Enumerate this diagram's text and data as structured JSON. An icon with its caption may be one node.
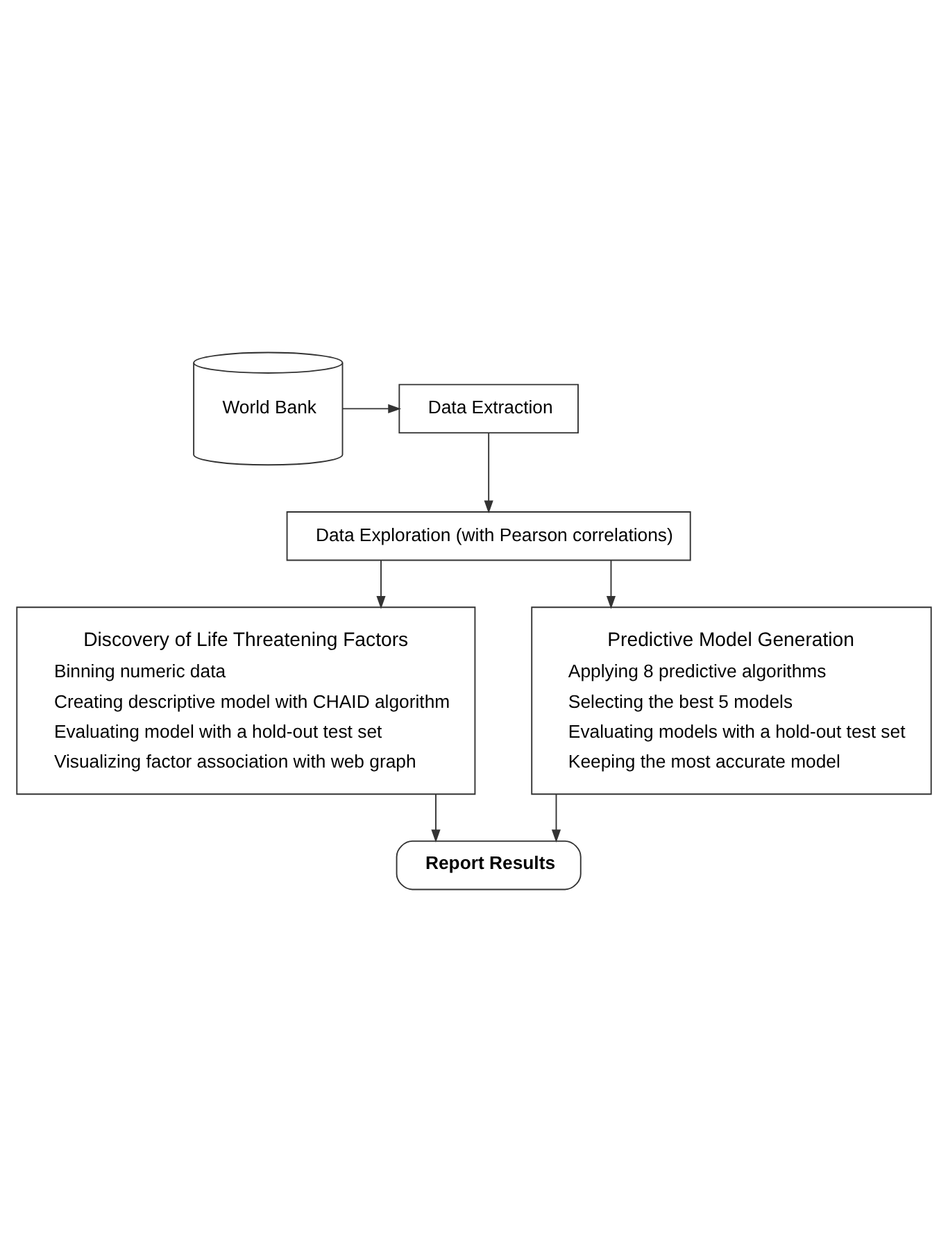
{
  "diagram": {
    "nodes": [
      {
        "text": [
          "World Bank"
        ]
      },
      {
        "text": [
          "Data Extraction"
        ]
      },
      {
        "text": [
          "Data Exploration (with Pearson correlations)"
        ]
      },
      {
        "text": [
          "Discovery of Life Threatening Factors",
          "Binning numeric data",
          "Creating descriptive model with CHAID algorithm",
          "Evaluating model with a hold-out test set",
          "Visualizing factor association with web graph"
        ]
      },
      {
        "text": [
          "Predictive Model Generation",
          "Applying 8 predictive algorithms",
          "Selecting the best 5 models",
          "Evaluating models with a hold-out test set",
          "Keeping the most accurate model"
        ]
      },
      {
        "text": [
          "Report Results"
        ]
      }
    ],
    "edges": [
      {
        "from": 0,
        "to": 1,
        "arrow": "to"
      },
      {
        "from": 1,
        "to": 2,
        "arrow": "to"
      },
      {
        "from": 2,
        "to": 3,
        "arrow": "to"
      },
      {
        "from": 2,
        "to": 4,
        "arrow": "to"
      },
      {
        "from": 3,
        "to": 5,
        "arrow": "to"
      },
      {
        "from": 4,
        "to": 5,
        "arrow": "to"
      }
    ]
  }
}
